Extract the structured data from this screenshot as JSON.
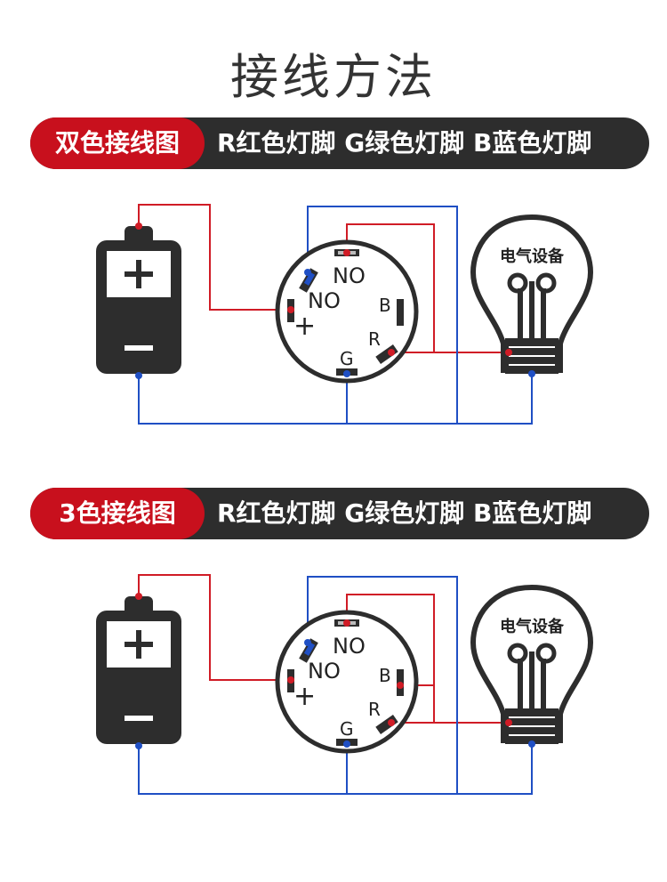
{
  "title": "接线方法",
  "colors": {
    "red_wire": "#d01c26",
    "blue_wire": "#1f4fc4",
    "dark": "#2d2d2d",
    "banner_red": "#c8101d"
  },
  "sections": [
    {
      "badge": "双色接线图",
      "legend": "R红色灯脚 G绿色灯脚 B蓝色灯脚",
      "bulb_label": "电气设备",
      "switch_labels": {
        "no_top": "NO",
        "no_left": "NO",
        "plus": "+",
        "b": "B",
        "r": "R",
        "g": "G"
      },
      "battery_plus": "+",
      "battery_minus": "−"
    },
    {
      "badge": "3色接线图",
      "legend": "R红色灯脚 G绿色灯脚 B蓝色灯脚",
      "bulb_label": "电气设备",
      "switch_labels": {
        "no_top": "NO",
        "no_left": "NO",
        "plus": "+",
        "b": "B",
        "r": "R",
        "g": "G"
      },
      "battery_plus": "+",
      "battery_minus": "−"
    }
  ]
}
